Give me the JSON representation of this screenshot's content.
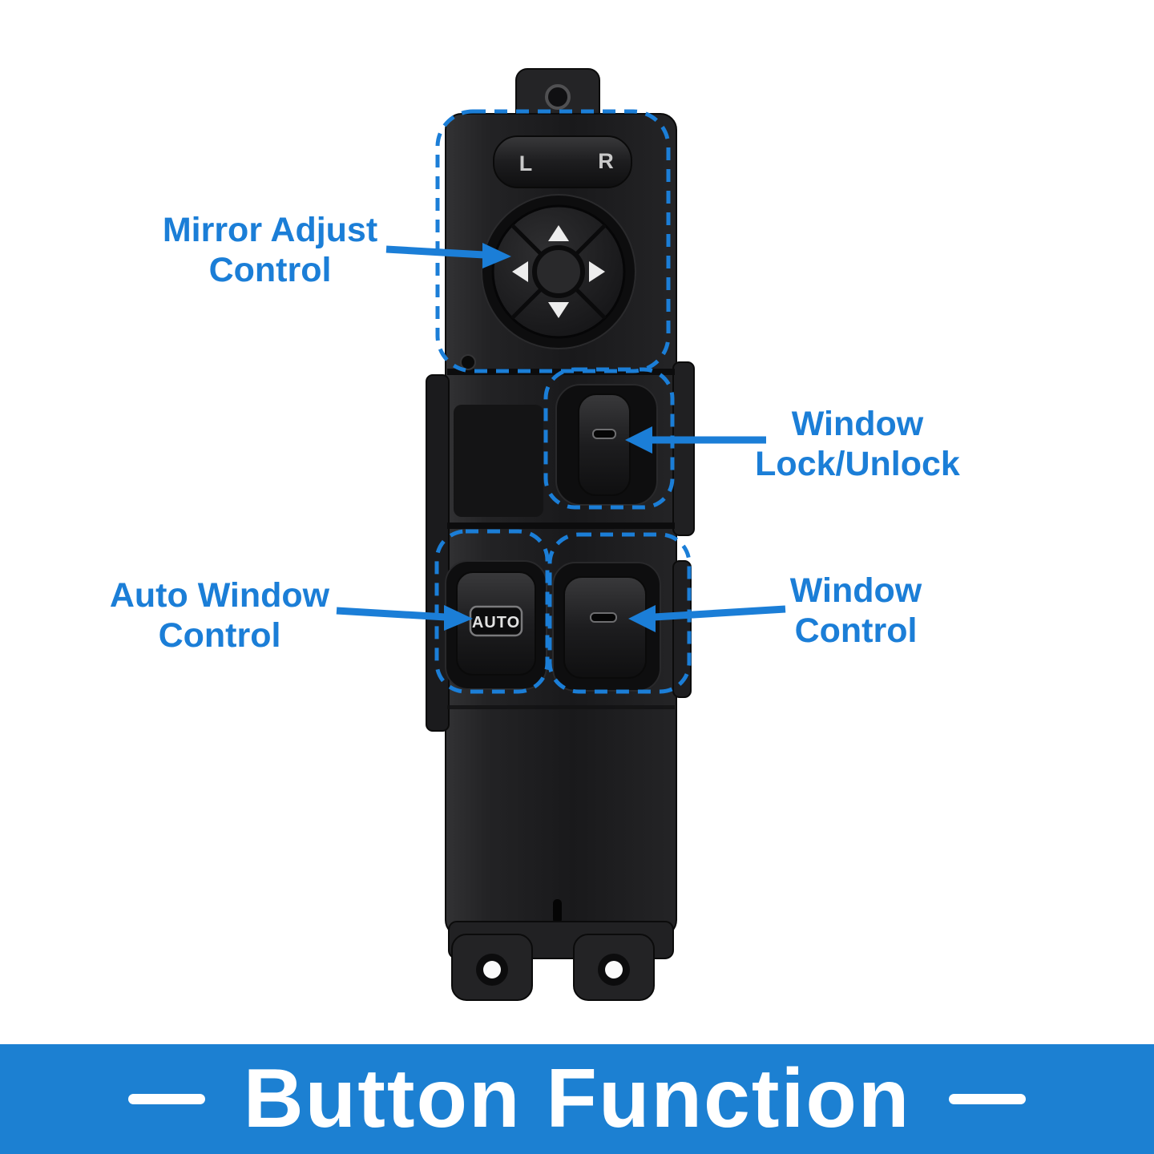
{
  "annotations": {
    "mirror_adjust": {
      "line1": "Mirror Adjust",
      "line2": "Control"
    },
    "window_lock": {
      "line1": "Window",
      "line2": "Lock/Unlock"
    },
    "auto_window": {
      "line1": "Auto Window",
      "line2": "Control"
    },
    "window_control": {
      "line1": "Window",
      "line2": "Control"
    }
  },
  "device": {
    "mirror_selector_left_label": "L",
    "mirror_selector_right_label": "R",
    "auto_switch_label": "AUTO"
  },
  "banner": {
    "title": "Button Function"
  },
  "colors": {
    "accent_blue": "#1b7ed7",
    "banner_blue": "#1c80d2",
    "device_black": "#1c1c1e",
    "text_white": "#ffffff"
  }
}
